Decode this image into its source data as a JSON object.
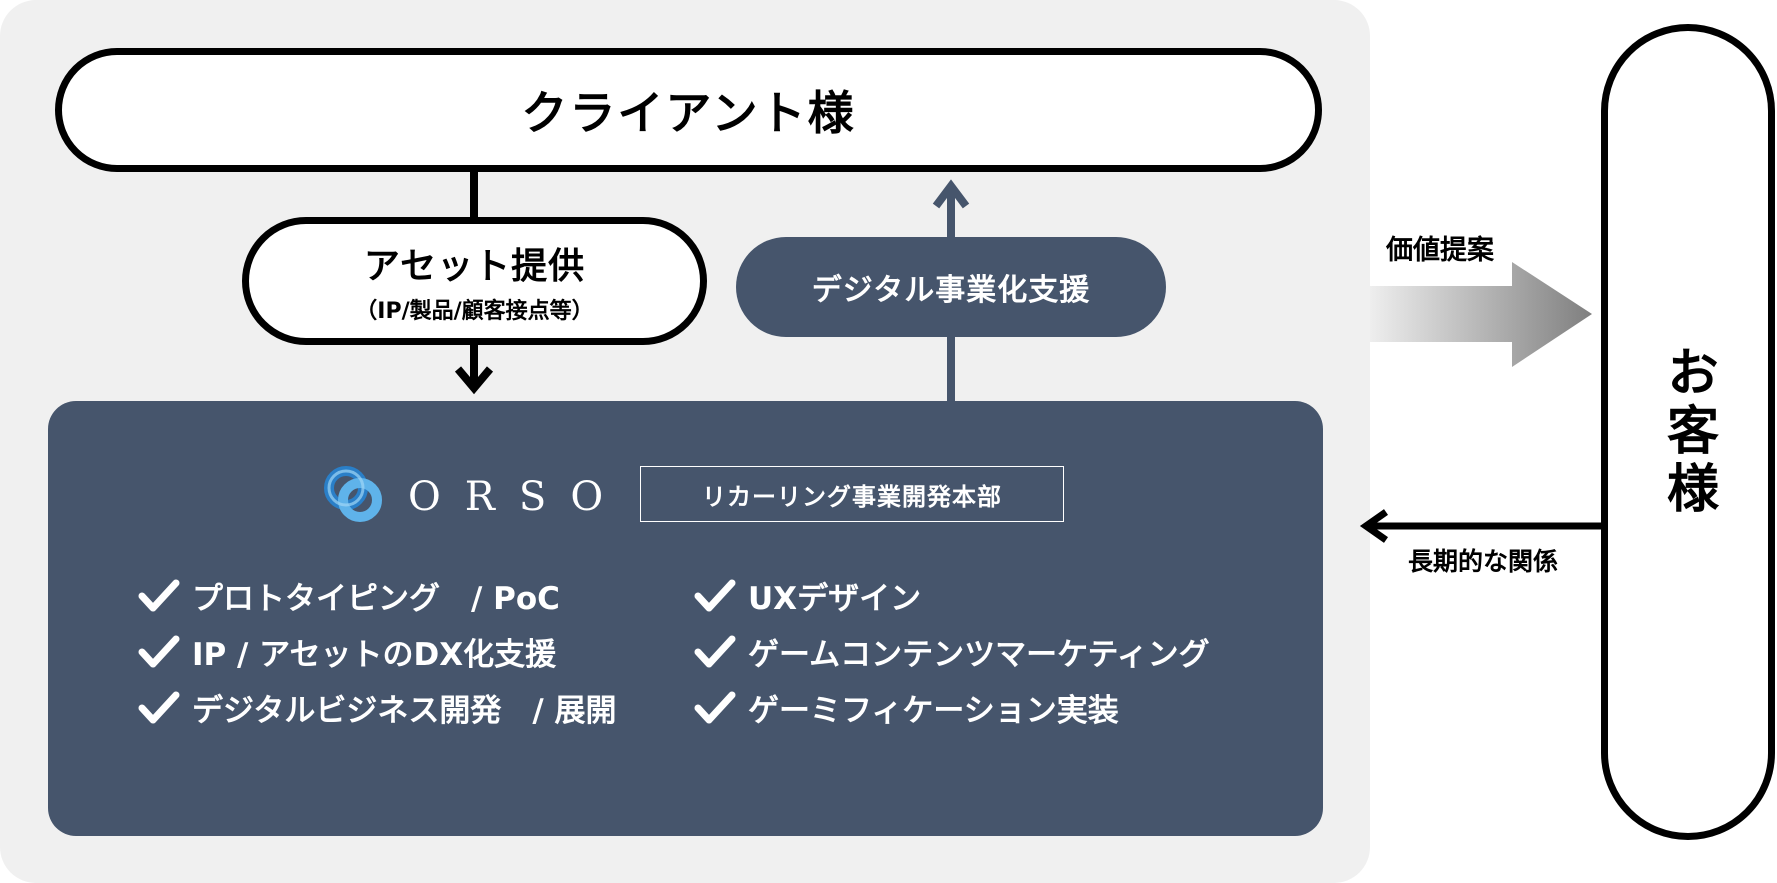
{
  "client": {
    "label": "クライアント様"
  },
  "asset": {
    "title": "アセット提供",
    "subtitle": "（IP/製品/顧客接点等）"
  },
  "digital": {
    "label": "デジタル事業化支援"
  },
  "orso": {
    "logo_text": "ORSO",
    "department": "リカーリング事業開発本部",
    "left_items": [
      "プロトタイピング　/ PoC",
      "IP / アセットのDX化支援",
      "デジタルビジネス開発　/ 展開"
    ],
    "right_items": [
      "UXデザイン",
      "ゲームコンテンツマーケティング",
      "ゲーミフィケーション実装"
    ]
  },
  "customer": {
    "label": "お客様"
  },
  "arrows": {
    "value_proposal": "価値提案",
    "long_term": "長期的な関係"
  },
  "colors": {
    "panel_bg": "#f0f0f0",
    "navy": "#46556c",
    "stroke": "#000000",
    "logo_blue": "#2a7fc8"
  }
}
